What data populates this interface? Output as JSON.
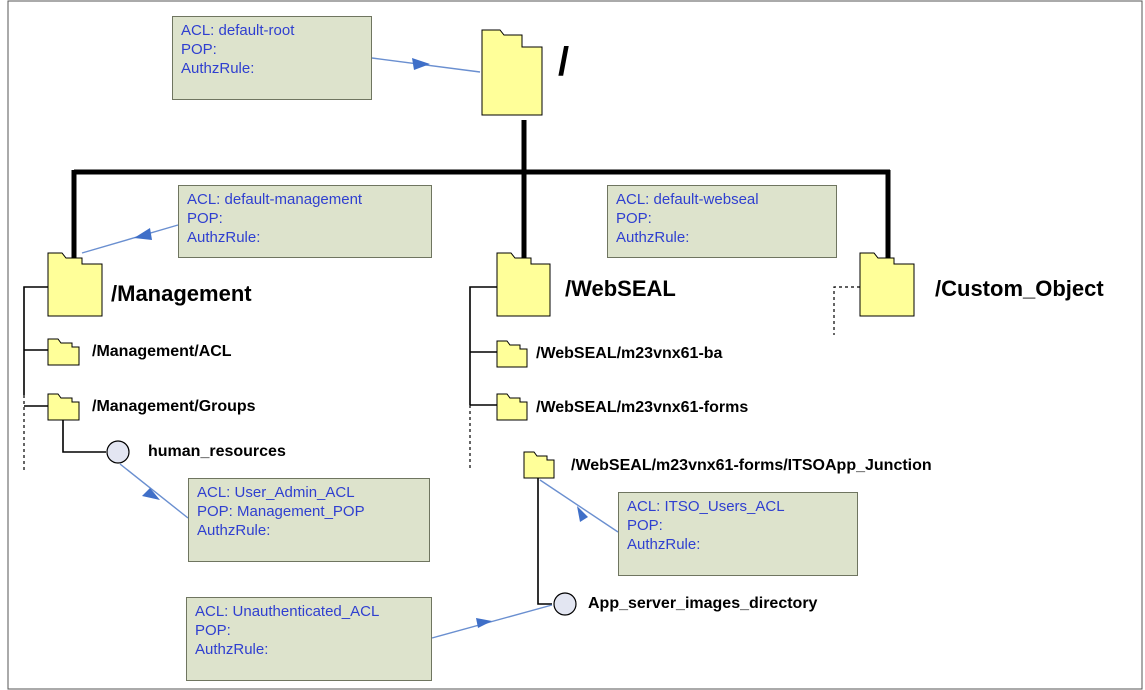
{
  "root": {
    "label": "/"
  },
  "nodes": {
    "management": "/Management",
    "webseal": "/WebSEAL",
    "custom_object": "/Custom_Object",
    "management_acl": "/Management/ACL",
    "management_groups": "/Management/Groups",
    "human_resources": "human_resources",
    "webseal_ba": "/WebSEAL/m23vnx61-ba",
    "webseal_forms": "/WebSEAL/m23vnx61-forms",
    "itso_junction": "/WebSEAL/m23vnx61-forms/ITSOApp_Junction",
    "app_images": "App_server_images_directory"
  },
  "policies": {
    "root": {
      "acl": "ACL: default-root",
      "pop": "POP:",
      "authz": "AuthzRule:"
    },
    "management": {
      "acl": "ACL: default-management",
      "pop": "POP:",
      "authz": "AuthzRule:"
    },
    "webseal": {
      "acl": "ACL: default-webseal",
      "pop": "POP:",
      "authz": "AuthzRule:"
    },
    "human_resources": {
      "acl": "ACL: User_Admin_ACL",
      "pop": "POP: Management_POP",
      "authz": "AuthzRule:"
    },
    "itso_junction": {
      "acl": "ACL: ITSO_Users_ACL",
      "pop": "POP:",
      "authz": "AuthzRule:"
    },
    "app_images": {
      "acl": "ACL: Unauthenticated_ACL",
      "pop": "POP:",
      "authz": "AuthzRule:"
    }
  },
  "colors": {
    "folder_fill": "#ffff99",
    "policy_box_fill": "#dde3cc",
    "policy_text": "#2f3fd0",
    "arrow": "#6a8fd0",
    "object_circle": "#e3e6f2"
  }
}
